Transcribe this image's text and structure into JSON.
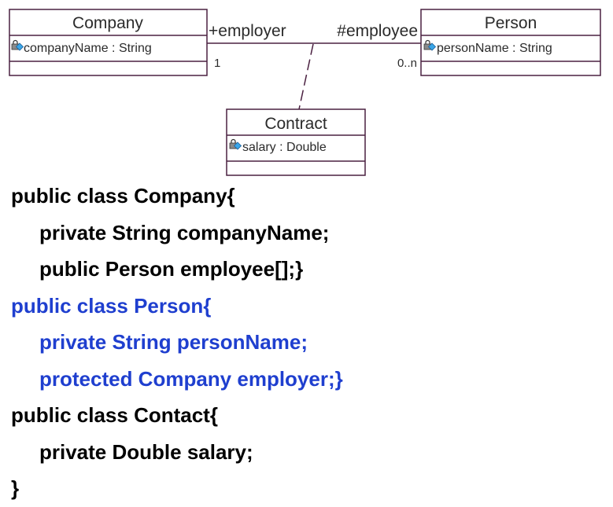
{
  "diagram": {
    "classes": {
      "company": {
        "name": "Company",
        "attribute": "companyName : String"
      },
      "person": {
        "name": "Person",
        "attribute": "personName : String"
      },
      "contract": {
        "name": "Contract",
        "attribute": "salary : Double"
      }
    },
    "association": {
      "company_role": "+employer",
      "person_role": "#employee",
      "company_multiplicity": "1",
      "person_multiplicity": "0..n"
    },
    "icon": "private-attribute-lock-icon",
    "colors": {
      "border": "#4a2040",
      "text": "#2b2b2b",
      "icon_lock": "#888888",
      "icon_diamond": "#3aa6e8"
    }
  },
  "code": {
    "colors": {
      "black": "#000000",
      "blue": "#1f3fcf"
    },
    "lines": [
      {
        "text": "public class Company{",
        "color": "black",
        "indent": false
      },
      {
        "text": "private String companyName;",
        "color": "black",
        "indent": true
      },
      {
        "text": "public Person employee[];}",
        "color": "black",
        "indent": true
      },
      {
        "text": "public class Person{",
        "color": "blue",
        "indent": false
      },
      {
        "text": "private String personName;",
        "color": "blue",
        "indent": true
      },
      {
        "text": "protected Company employer;}",
        "color": "blue",
        "indent": true
      },
      {
        "text": "public class Contact{",
        "color": "black",
        "indent": false
      },
      {
        "text": "private Double salary;",
        "color": "black",
        "indent": true
      },
      {
        "text": "}",
        "color": "black",
        "indent": false
      }
    ]
  }
}
